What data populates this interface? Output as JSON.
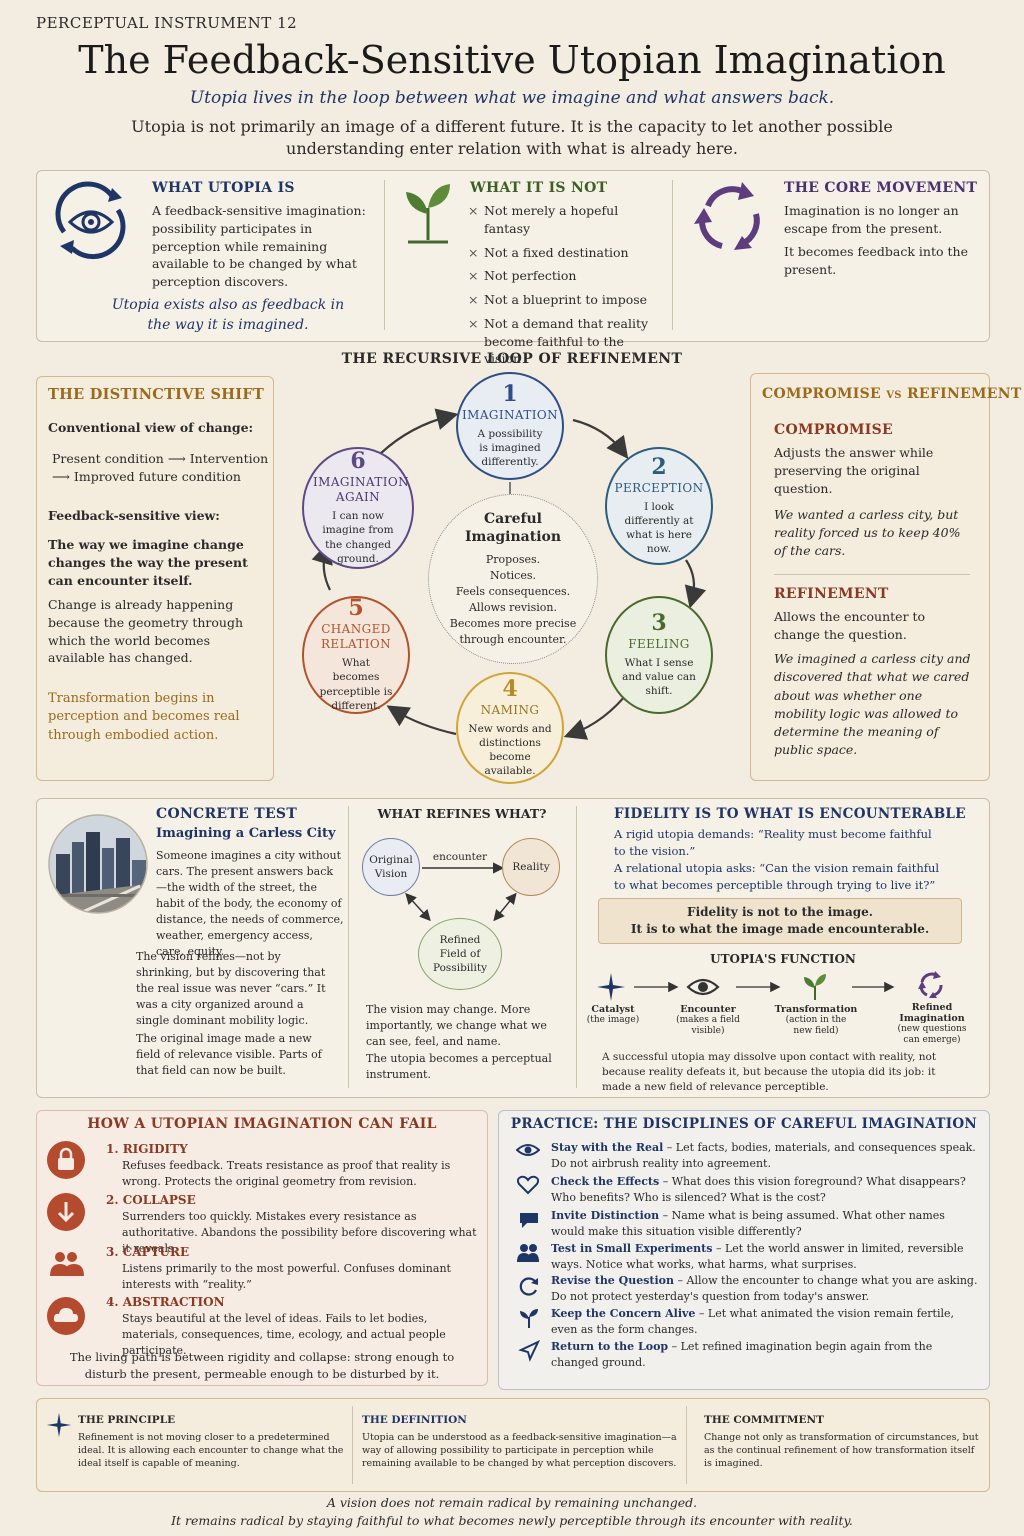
{
  "header": {
    "kicker": "PERCEPTUAL INSTRUMENT 12",
    "title": "The Feedback-Sensitive Utopian Imagination",
    "subtitle": "Utopia lives in the loop between what we imagine and what answers back.",
    "intro": "Utopia is not primarily an image of a different future. It is the capacity to let another possible understanding enter relation with what is already here."
  },
  "top": {
    "what_is": {
      "title": "WHAT UTOPIA IS",
      "body": "A feedback-sensitive imagination: possibility participates in perception while remaining available to be changed by what perception discovers.",
      "quote": "Utopia exists also as feedback in the way it is imagined."
    },
    "what_not": {
      "title": "WHAT IT IS NOT",
      "items": [
        "Not merely a hopeful fantasy",
        "Not a fixed destination",
        "Not perfection",
        "Not a blueprint to impose",
        "Not a demand that reality become faithful to the vision"
      ]
    },
    "core": {
      "title": "THE CORE MOVEMENT",
      "p1": "Imagination is no longer an escape from the present.",
      "p2": "It becomes feedback into the present."
    }
  },
  "loop": {
    "title": "THE RECURSIVE LOOP OF REFINEMENT",
    "center_title": "Careful Imagination",
    "center_lines": [
      "Proposes.",
      "Notices.",
      "Feels consequences.",
      "Allows revision.",
      "Becomes more precise through encounter."
    ],
    "steps": [
      {
        "n": "1",
        "label": "IMAGINATION",
        "desc": "A possibility is imagined differently.",
        "color": "#2f4e86"
      },
      {
        "n": "2",
        "label": "PERCEPTION",
        "desc": "I look differently at what is here now.",
        "color": "#2d5d7c"
      },
      {
        "n": "3",
        "label": "FEELING",
        "desc": "What I sense and value can shift.",
        "color": "#4a6a2c"
      },
      {
        "n": "4",
        "label": "NAMING",
        "desc": "New words and distinctions become available.",
        "color": "#b88a26"
      },
      {
        "n": "5",
        "label": "CHANGED RELATION",
        "desc": "What becomes perceptible is different.",
        "color": "#b2532c"
      },
      {
        "n": "6",
        "label": "IMAGINATION AGAIN",
        "desc": "I can now imagine from the changed ground.",
        "color": "#5e4a82"
      }
    ]
  },
  "shift": {
    "title": "THE DISTINCTIVE SHIFT",
    "conv_label": "Conventional view of change:",
    "conv_a": "Present condition",
    "conv_b": "Intervention",
    "conv_c": "Improved future condition",
    "feed_label": "Feedback-sensitive view:",
    "feed_bold": "The way we imagine change changes the way the present can encounter itself.",
    "feed_body": "Change is already happening because the geometry through which the world becomes available has changed.",
    "closing": "Transformation begins in perception and becomes real through embodied action."
  },
  "compromise": {
    "title": "COMPROMISE vs REFINEMENT",
    "c_title": "COMPROMISE",
    "c_body": "Adjusts the answer while preserving the original question.",
    "c_quote": "We wanted a carless city, but reality forced us to keep 40% of the cars.",
    "r_title": "REFINEMENT",
    "r_body": "Allows the encounter to change the question.",
    "r_quote": "We imagined a carless city and discovered that what we cared about was whether one mobility logic was allowed to determine the meaning of public space."
  },
  "test": {
    "title": "CONCRETE TEST",
    "subtitle": "Imagining a Carless City",
    "p1": "Someone imagines a city without cars. The present answers back—the width of the street, the habit of the body, the economy of distance, the needs of commerce, weather, emergency access, care, equity.",
    "p2": "The vision refines—not by shrinking, but by discovering that the real issue was never “cars.” It was a city organized around a single dominant mobility logic.",
    "p3": "The original image made a new field of relevance visible. Parts of that field can now be built."
  },
  "refines": {
    "title": "WHAT REFINES WHAT?",
    "original": "Original Vision",
    "encounter": "encounter",
    "reality": "Reality",
    "refined": "Refined Field of Possibility",
    "p1": "The vision may change. More importantly, we change what we can see, feel, and name.",
    "p2": "The utopia becomes a perceptual instrument."
  },
  "fidelity": {
    "title": "FIDELITY IS TO WHAT IS ENCOUNTERABLE",
    "p1": "A rigid utopia demands: “Reality must become faithful to the vision.”",
    "p2": "A relational utopia asks: “Can the vision remain faithful to what becomes perceptible through trying to live it?”",
    "box1": "Fidelity is not to the image.",
    "box2": "It is to what the image made encounterable.",
    "fn_title": "UTOPIA'S FUNCTION",
    "fn": [
      {
        "label": "Catalyst",
        "sub": "(the image)"
      },
      {
        "label": "Encounter",
        "sub": "(makes a field visible)"
      },
      {
        "label": "Transformation",
        "sub": "(action in the new field)"
      },
      {
        "label": "Refined Imagination",
        "sub": "(new questions can emerge)"
      }
    ],
    "closing": "A successful utopia may dissolve upon contact with reality, not because reality defeats it, but because the utopia did its job: it made a new field of relevance perceptible."
  },
  "fail": {
    "title": "HOW A UTOPIAN IMAGINATION CAN FAIL",
    "items": [
      {
        "title": "1.  RIGIDITY",
        "body": "Refuses feedback. Treats resistance as proof that reality is wrong. Protects the original geometry from revision."
      },
      {
        "title": "2.  COLLAPSE",
        "body": "Surrenders too quickly. Mistakes every resistance as authoritative. Abandons the possibility before discovering what it reveals."
      },
      {
        "title": "3.  CAPTURE",
        "body": "Listens primarily to the most powerful. Confuses dominant interests with “reality.”"
      },
      {
        "title": "4.  ABSTRACTION",
        "body": "Stays beautiful at the level of ideas. Fails to let bodies, materials, consequences, time, ecology, and actual people participate."
      }
    ],
    "closing": "The living path is between rigidity and collapse: strong enough to disturb the present, permeable enough to be disturbed by it."
  },
  "practice": {
    "title": "PRACTICE: THE DISCIPLINES OF CAREFUL IMAGINATION",
    "items": [
      {
        "k": "Stay with the Real",
        "v": " – Let facts, bodies, materials, and consequences speak. Do not airbrush reality into agreement."
      },
      {
        "k": "Check the Effects",
        "v": " – What does this vision foreground? What disappears? Who benefits? Who is silenced? What is the cost?"
      },
      {
        "k": "Invite Distinction",
        "v": " – Name what is being assumed. What other names would make this situation visible differently?"
      },
      {
        "k": "Test in Small Experiments",
        "v": " – Let the world answer in limited, reversible ways. Notice what works, what harms, what surprises."
      },
      {
        "k": "Revise the Question",
        "v": " – Allow the encounter to change what you are asking. Do not protect yesterday's question from today's answer."
      },
      {
        "k": "Keep the Concern Alive",
        "v": " – Let what animated the vision remain fertile, even as the form changes."
      },
      {
        "k": "Return to the Loop",
        "v": " – Let refined imagination begin again from the changed ground."
      }
    ]
  },
  "footer": {
    "principle_title": "THE PRINCIPLE",
    "principle": "Refinement is not moving closer to a predetermined ideal. It is allowing each encounter to change what the ideal itself is capable of meaning.",
    "definition_title": "THE DEFINITION",
    "definition": "Utopia can be understood as a feedback-sensitive imagination—a way of allowing possibility to participate in perception while remaining available to be changed by what perception discovers.",
    "commitment_title": "THE COMMITMENT",
    "commitment": "Change not only as transformation of circumstances, but as the continual refinement of how transformation itself is imagined.",
    "quote1": "A vision does not remain radical by remaining unchanged.",
    "quote2": "It remains radical by staying faithful to what becomes newly perceptible through its encounter with reality."
  }
}
